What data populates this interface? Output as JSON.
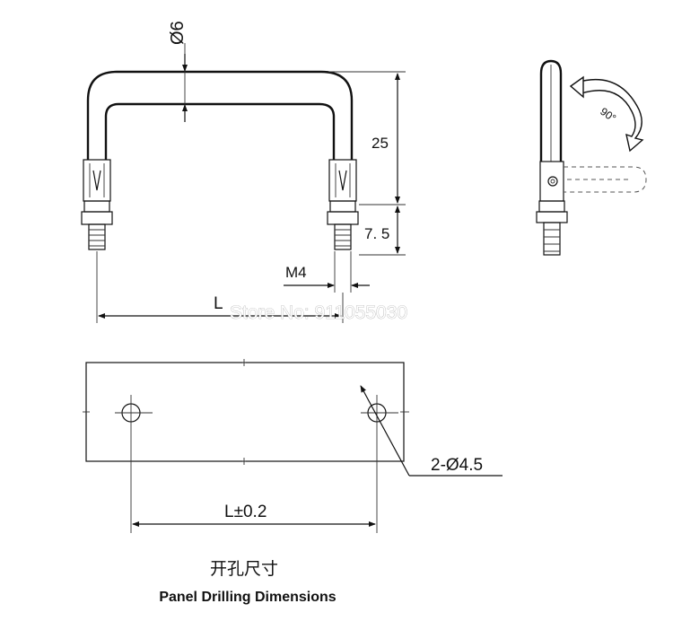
{
  "dimensions": {
    "rod_diameter": "Ø6",
    "height": "25",
    "thread_height": "7. 5",
    "thread": "M4",
    "length": "L",
    "hole_count_diameter": "2-Ø4.5",
    "hole_spacing": "L±0.2",
    "rotation_angle": "90°"
  },
  "captions": {
    "chinese": "开孔尺寸",
    "english": "Panel Drilling Dimensions"
  },
  "watermark": "Store No: 911055030"
}
